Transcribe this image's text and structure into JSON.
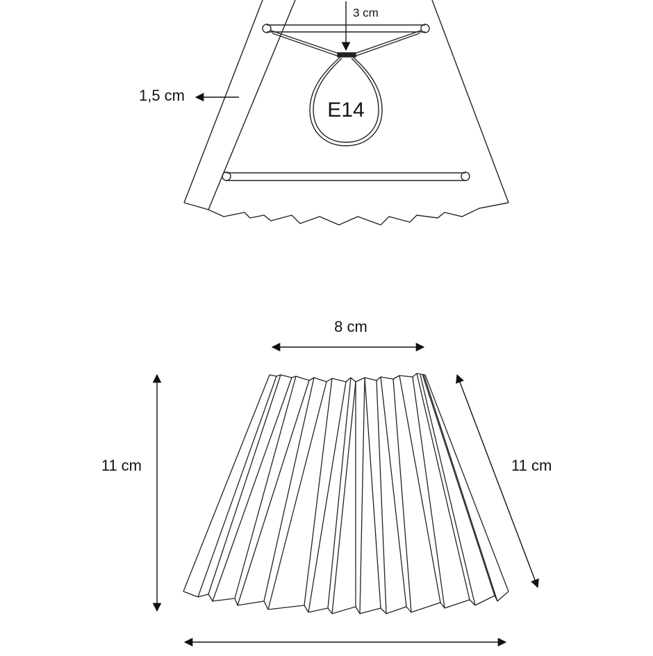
{
  "top_view": {
    "socket_label": "E14",
    "drop_dimension": "3 cm",
    "fold_dimension": "1,5 cm"
  },
  "side_view": {
    "top_width": "8 cm",
    "height": "11 cm",
    "slant_length": "11 cm"
  },
  "colors": {
    "line": "#222222",
    "background": "#ffffff"
  }
}
